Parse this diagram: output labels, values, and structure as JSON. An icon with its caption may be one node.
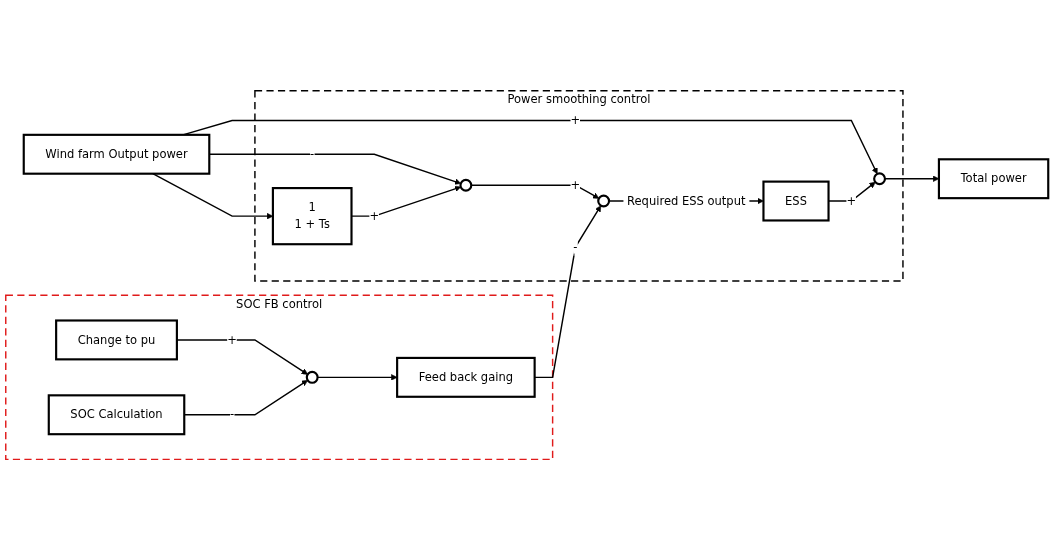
{
  "diagram": {
    "nodes": [
      {
        "text": [
          "Wind farm Output power"
        ]
      },
      {
        "text": [
          "Power smoothing control"
        ]
      },
      {
        "text": [
          "1",
          "1 + Ts"
        ],
        "in": 1
      },
      {
        "text": [],
        "shape": "circle",
        "in": 1
      },
      {
        "text": [],
        "shape": "circle",
        "in": 1
      },
      {
        "text": [
          "ESS"
        ],
        "in": 1
      },
      {
        "text": [],
        "shape": "circle",
        "in": 1
      },
      {
        "text": [
          "Total power"
        ]
      },
      {
        "text": [
          "SOC FB control"
        ]
      },
      {
        "text": [
          "Feed back gaing"
        ],
        "in": 8
      },
      {
        "text": [
          "Change to pu"
        ],
        "in": 8
      },
      {
        "text": [],
        "shape": "circle",
        "in": 8
      },
      {
        "text": [
          "SOC Calculation"
        ],
        "in": 8
      }
    ],
    "edges": [
      {
        "from": 0,
        "to": 2,
        "arrow": "to"
      },
      {
        "from": 0,
        "to": 3,
        "arrow": "to",
        "label": "-"
      },
      {
        "from": 0,
        "to": 6,
        "arrow": "to",
        "label": "+"
      },
      {
        "from": 2,
        "to": 3,
        "arrow": "to",
        "label": "+"
      },
      {
        "from": 3,
        "to": 4,
        "arrow": "to",
        "label": "+"
      },
      {
        "from": 4,
        "to": 5,
        "arrow": "to",
        "label": "Required ESS output"
      },
      {
        "from": 5,
        "to": 6,
        "arrow": "to",
        "label": "+"
      },
      {
        "from": 6,
        "to": 7,
        "arrow": "to"
      },
      {
        "from": 9,
        "to": 4,
        "arrow": "to",
        "label": "-"
      },
      {
        "from": 10,
        "to": 11,
        "arrow": "to",
        "label": "+"
      },
      {
        "from": 12,
        "to": 11,
        "arrow": "to",
        "label": "-"
      },
      {
        "from": 11,
        "to": 9,
        "arrow": "to"
      }
    ]
  }
}
